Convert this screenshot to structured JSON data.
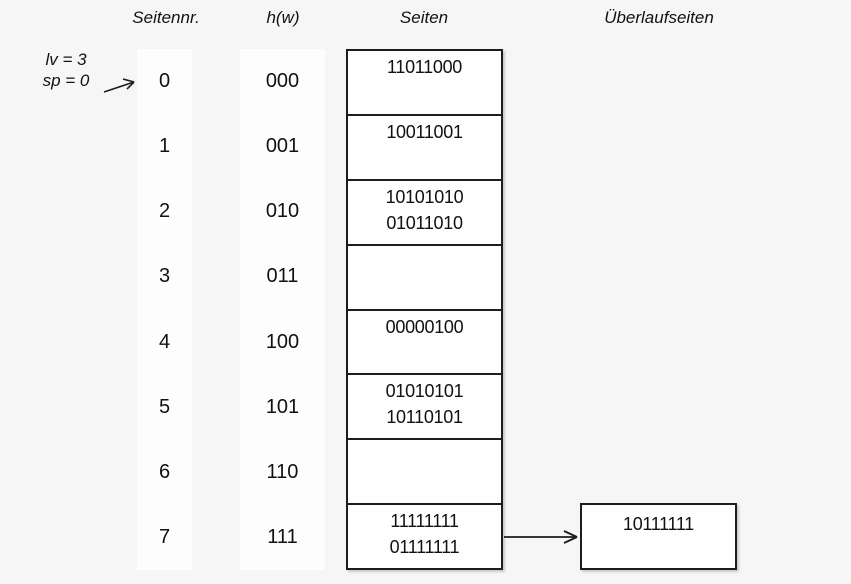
{
  "headers": {
    "seitennr": "Seitennr.",
    "hw": "h(w)",
    "seiten": "Seiten",
    "ueberlauf": "Überlaufseiten"
  },
  "annotation": {
    "level": "lv = 3",
    "split_pointer": "sp = 0"
  },
  "rows": [
    {
      "page_no": "0",
      "hash": "000",
      "entries": [
        "11011000"
      ]
    },
    {
      "page_no": "1",
      "hash": "001",
      "entries": [
        "10011001"
      ]
    },
    {
      "page_no": "2",
      "hash": "010",
      "entries": [
        "10101010",
        "01011010"
      ]
    },
    {
      "page_no": "3",
      "hash": "011",
      "entries": []
    },
    {
      "page_no": "4",
      "hash": "100",
      "entries": [
        "00000100"
      ]
    },
    {
      "page_no": "5",
      "hash": "101",
      "entries": [
        "01010101",
        "10110101"
      ]
    },
    {
      "page_no": "6",
      "hash": "110",
      "entries": []
    },
    {
      "page_no": "7",
      "hash": "111",
      "entries": [
        "11111111",
        "01111111"
      ]
    }
  ],
  "overflow": {
    "value": "10111111",
    "linked_page_no": "7"
  },
  "colors": {
    "background": "#f6f6f7",
    "surface": "#fdfdfd",
    "border": "#1d1d1d",
    "text": "#111111"
  }
}
